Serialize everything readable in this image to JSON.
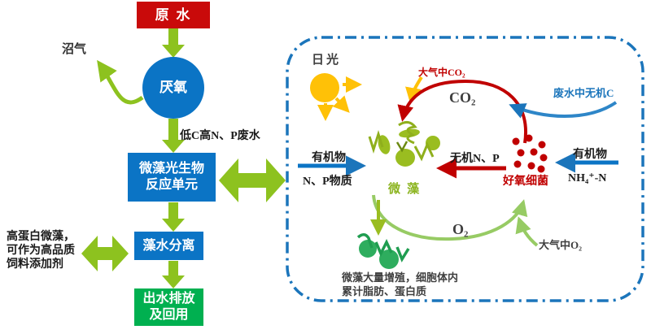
{
  "flowchart": {
    "raw_water": "原 水",
    "anaerobic": "厌氧",
    "biogas": "沼气",
    "low_c_high_np": "低C高N、P废水",
    "photobioreactor_line1": "微藻光生物",
    "photobioreactor_line2": "反应单元",
    "separation": "藻水分离",
    "protein_note_line1": "高蛋白微藻，",
    "protein_note_line2": "可作为高品质",
    "protein_note_line3": "饲料添加剂",
    "effluent_line1": "出水排放",
    "effluent_line2": "及回用"
  },
  "cycle": {
    "sunlight": "日光",
    "atmospheric_co2": "大气中CO₂",
    "co2": "CO₂",
    "wastewater_inorganic_c": "废水中无机C",
    "organic_left": "有机物",
    "np_substances": "N、P物质",
    "microalgae": "微 藻",
    "inorganic_np": "无机N、P",
    "aerobic_bacteria": "好氧细菌",
    "organic_right": "有机物",
    "nh4_n": "NH₄⁺-N",
    "o2": "O₂",
    "atmospheric_o2": "大气中O₂",
    "growth_note_line1": "微藻大量增殖，细胞体内",
    "growth_note_line2": "累计脂肪、蛋白质"
  },
  "colors": {
    "red_box": "#c90a0a",
    "blue_box": "#0b74c5",
    "green_box": "#00b050",
    "flow_arrow_green": "#8dc21f",
    "cycle_red": "#c00000",
    "cycle_light_green": "#97cb64",
    "algae_olive": "#9abd20",
    "sun_amber": "#ffc107",
    "dashed_border_blue": "#1b75bb",
    "label_gray": "#3f3f3f"
  }
}
